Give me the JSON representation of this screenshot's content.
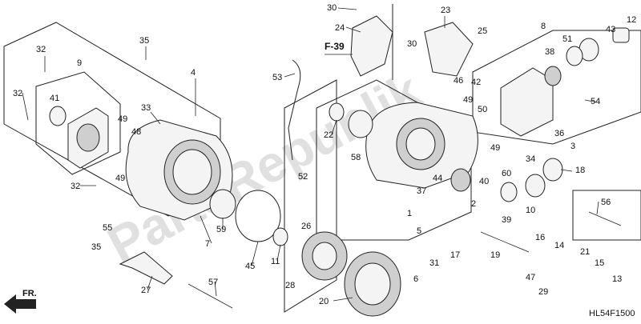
{
  "diagram": {
    "figure_code": "HL54F1500",
    "reference_label": "F-39",
    "direction_label": "FR.",
    "watermark": "PartsRepublik",
    "callouts": [
      "1",
      "2",
      "3",
      "4",
      "5",
      "6",
      "7",
      "8",
      "9",
      "10",
      "11",
      "12",
      "13",
      "14",
      "15",
      "16",
      "17",
      "18",
      "19",
      "20",
      "21",
      "22",
      "23",
      "24",
      "25",
      "26",
      "27",
      "28",
      "29",
      "30",
      "31",
      "32",
      "33",
      "34",
      "35",
      "36",
      "37",
      "38",
      "39",
      "40",
      "41",
      "42",
      "43",
      "44",
      "45",
      "46",
      "47",
      "48",
      "49",
      "50",
      "51",
      "52",
      "53",
      "54",
      "55",
      "56",
      "57",
      "58",
      "59",
      "60"
    ]
  }
}
